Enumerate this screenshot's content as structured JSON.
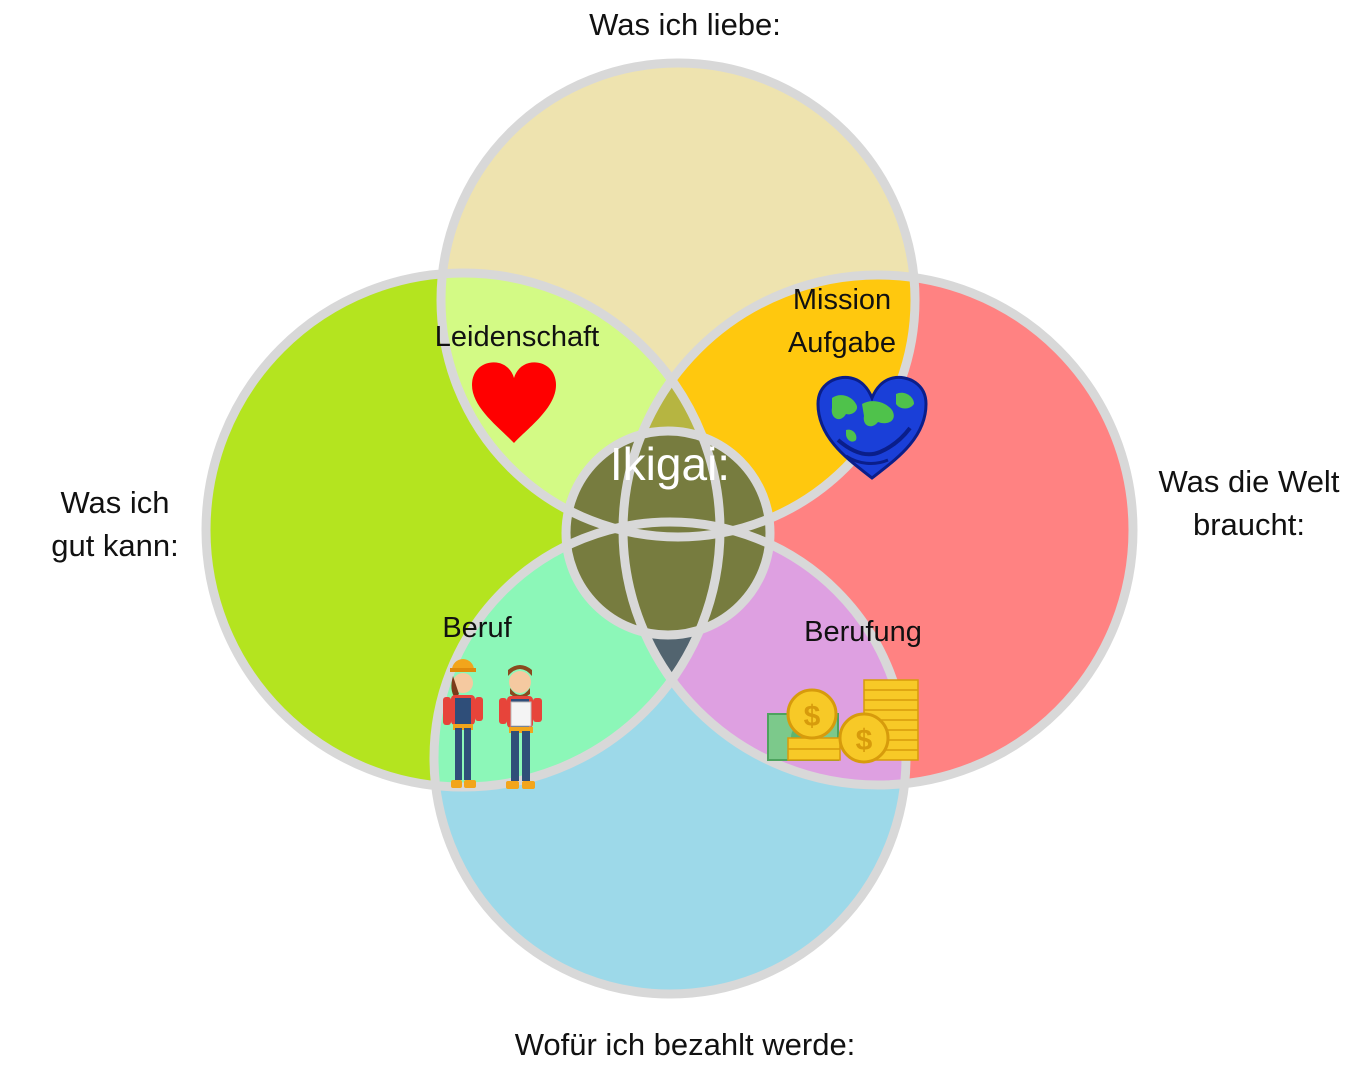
{
  "labels": {
    "top": "Was ich liebe:",
    "left_line1": "Was ich",
    "left_line2": "gut kann:",
    "right_line1": "Was die Welt",
    "right_line2": "braucht:",
    "bottom": "Wofür ich bezahlt werde:"
  },
  "regions": {
    "leidenschaft": "Leidenschaft",
    "mission_line1": "Mission",
    "mission_line2": "Aufgabe",
    "beruf": "Beruf",
    "berufung": "Berufung",
    "center": "Ikigai:"
  },
  "icons": {
    "heart": "heart-icon",
    "globe_heart": "globe-heart-icon",
    "workers": "workers-icon",
    "money": "money-icon"
  },
  "colors": {
    "top_circle": "#EEE3AF",
    "left_circle": "#B4E41F",
    "right_circle": "#FF8282",
    "bottom_circle": "#9DD9E9",
    "leidenschaft": "#D3FA85",
    "mission": "#FFC80E",
    "beruf": "#8CF7B8",
    "berufung": "#DEA0E1",
    "top_center": "#B6B541",
    "left_center": "#4B7650",
    "right_center": "#7D4154",
    "bottom_center": "#52646F",
    "center": "#777C3F",
    "stroke": "#D8D8D8"
  }
}
